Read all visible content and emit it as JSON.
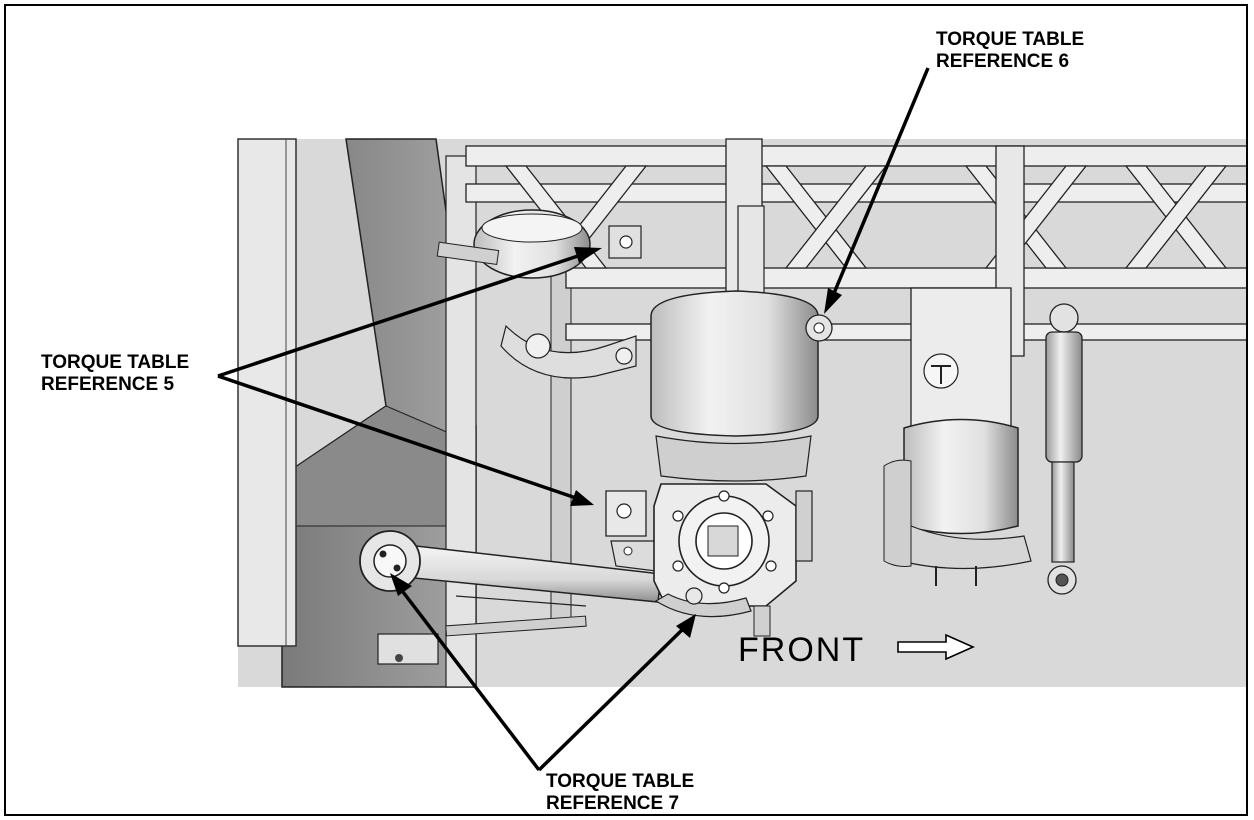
{
  "diagram": {
    "labels": [
      {
        "id": "ref5",
        "lines": [
          "TORQUE TABLE",
          "REFERENCE 5"
        ]
      },
      {
        "id": "ref6",
        "lines": [
          "TORQUE TABLE",
          "REFERENCE 6"
        ]
      },
      {
        "id": "ref7",
        "lines": [
          "TORQUE TABLE",
          "REFERENCE 7"
        ]
      }
    ],
    "direction_label": "FRONT",
    "colors": {
      "ink": "#000000",
      "metal_light": "#e6e6e6",
      "metal_mid": "#b4b4b4",
      "metal_dark": "#6e6e6e",
      "background": "#ffffff"
    }
  }
}
